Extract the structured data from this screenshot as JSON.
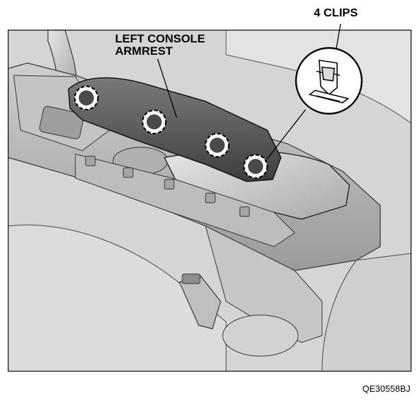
{
  "callouts": {
    "armrest_line1": "LEFT CONSOLE",
    "armrest_line2": "ARMREST",
    "clips": "4 CLIPS"
  },
  "figure_code": "QE30558BJ",
  "colors": {
    "background": "#ffffff",
    "panel": "#d7d7d7",
    "shade": "#bcbcbc",
    "dark_armrest": "#5a5a5a",
    "outline": "#000000"
  },
  "clip_count": 4
}
